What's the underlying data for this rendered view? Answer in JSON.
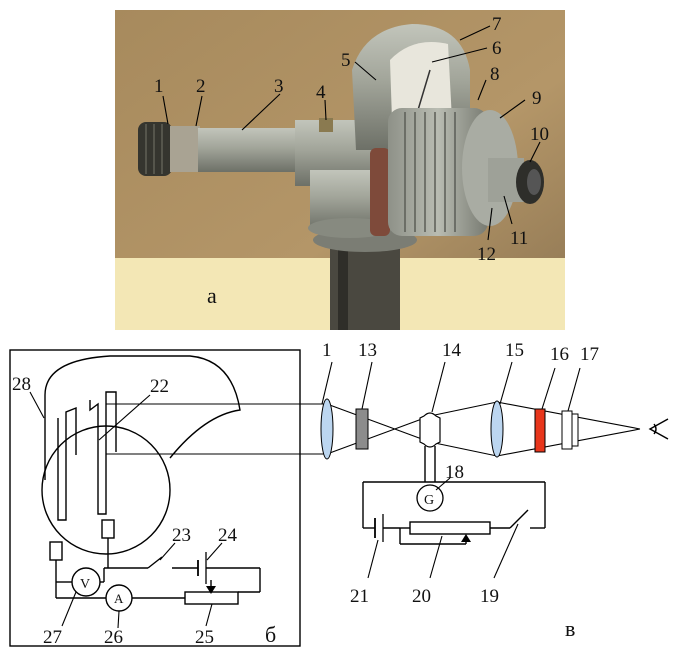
{
  "photo": {
    "panel_letter": "а",
    "labels": [
      "1",
      "2",
      "3",
      "4",
      "5",
      "6",
      "7",
      "8",
      "9",
      "10",
      "11",
      "12"
    ]
  },
  "schematic_left": {
    "panel_letter": "б",
    "labels": {
      "n22": "22",
      "n23": "23",
      "n24": "24",
      "n25": "25",
      "n26": "26",
      "n27": "27",
      "n28": "28"
    },
    "voltmeter": "V",
    "ammeter": "A"
  },
  "schematic_right": {
    "panel_letter": "в",
    "labels": {
      "n1": "1",
      "n13": "13",
      "n14": "14",
      "n15": "15",
      "n16": "16",
      "n17": "17",
      "n18": "18",
      "n19": "19",
      "n20": "20",
      "n21": "21"
    },
    "galvanometer": "G"
  },
  "colors": {
    "photo_wall": "#a98a5c",
    "photo_floor": "#f3e7b5",
    "instrument_metal": "#9a9c92",
    "lens_blue": "#bcd6f0",
    "filter_grey": "#8c8c8c",
    "filter_red": "#e8361c"
  }
}
